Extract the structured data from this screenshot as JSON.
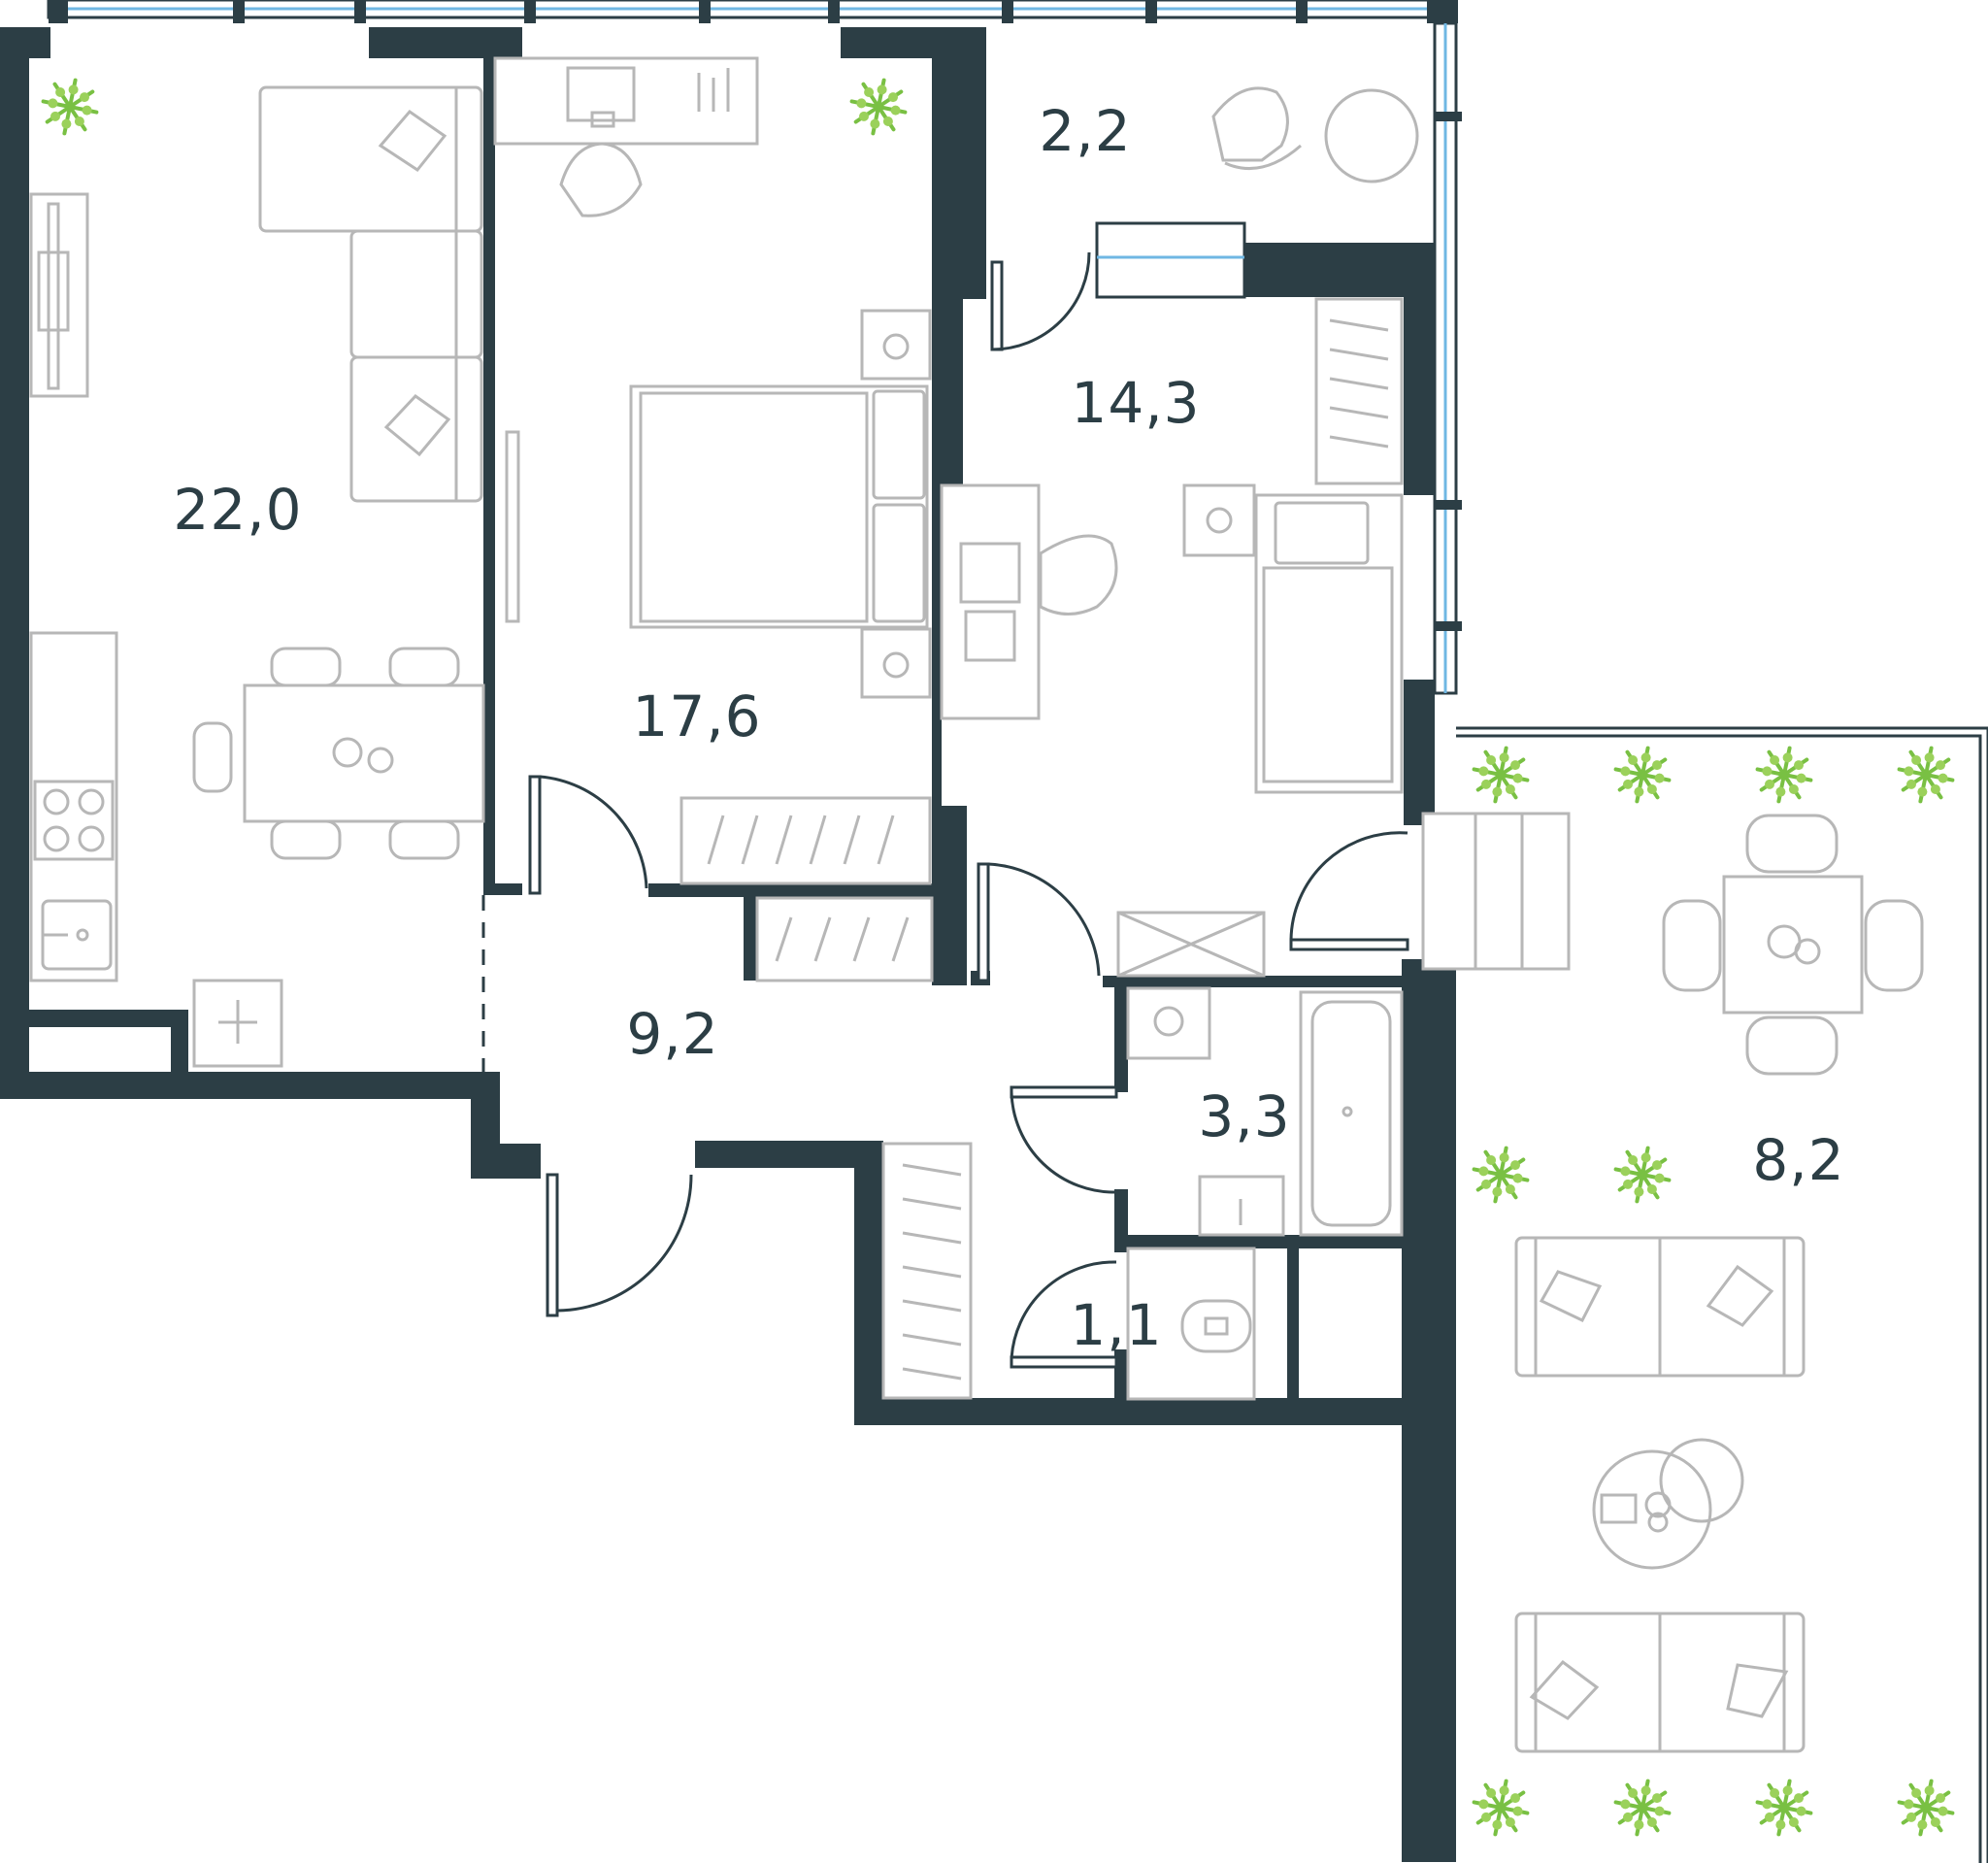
{
  "colors": {
    "wall": "#2c3e45",
    "furniture": "#b7b7b7",
    "window_glass": "#6fb7e3",
    "plant": "#79c043"
  },
  "rooms": [
    {
      "id": "living-kitchen",
      "area": "22,0"
    },
    {
      "id": "bedroom-large",
      "area": "17,6"
    },
    {
      "id": "bedroom-small",
      "area": "14,3"
    },
    {
      "id": "balcony",
      "area": "2,2"
    },
    {
      "id": "hallway",
      "area": "9,2"
    },
    {
      "id": "bathroom",
      "area": "3,3"
    },
    {
      "id": "toilet",
      "area": "1,1"
    },
    {
      "id": "terrace",
      "area": "8,2"
    }
  ],
  "icons": [
    "plant-icon",
    "sofa-icon",
    "bed-icon",
    "desk-icon",
    "chair-icon",
    "table-icon",
    "stove-icon",
    "sink-icon",
    "bathtub-icon",
    "toilet-icon",
    "wardrobe-icon",
    "washing-machine-icon",
    "door-icon",
    "window-icon"
  ]
}
